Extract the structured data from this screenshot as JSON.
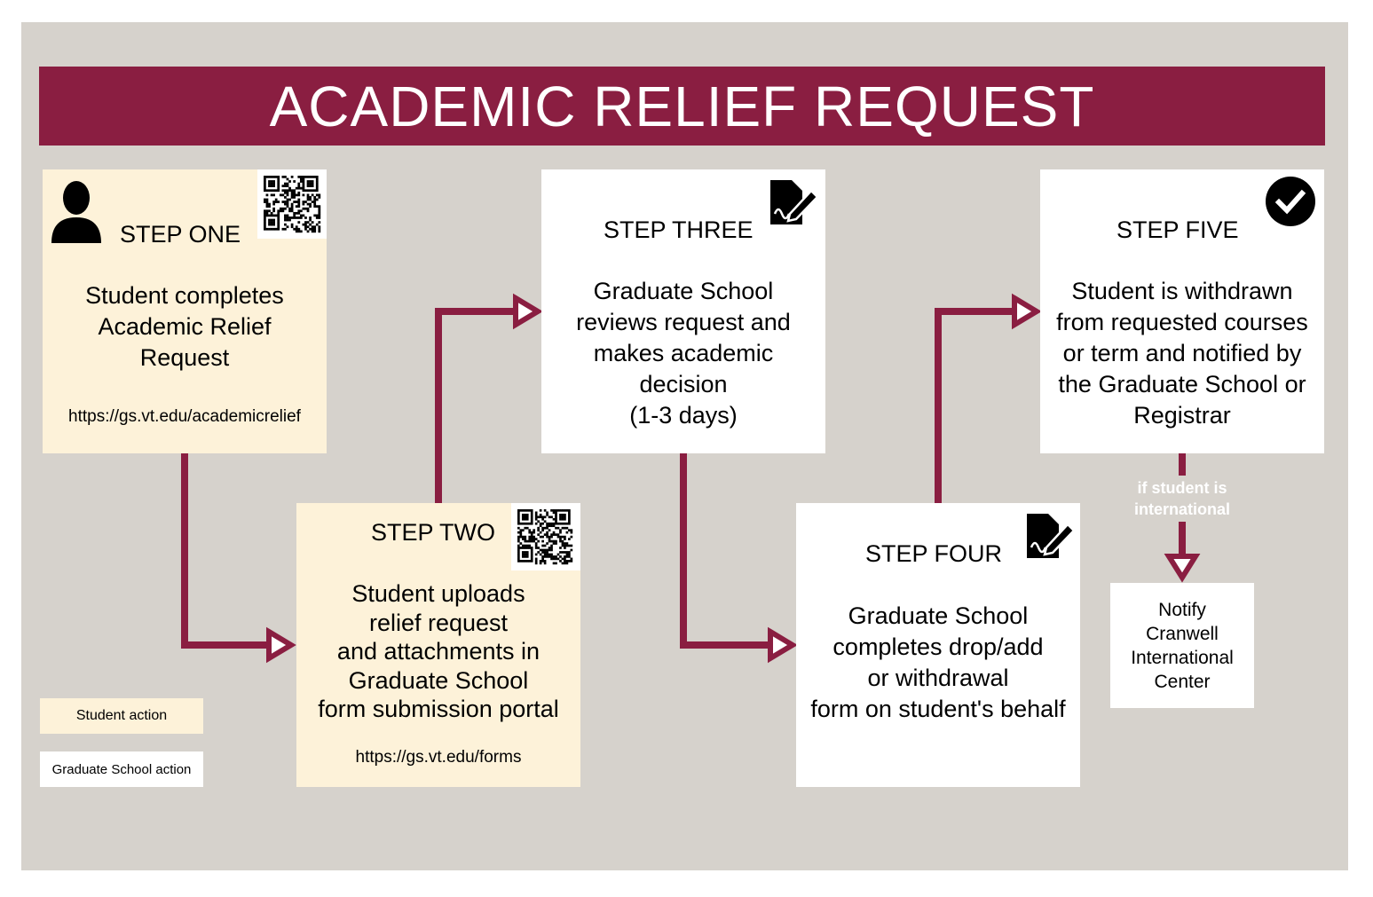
{
  "title": "ACADEMIC RELIEF REQUEST",
  "colors": {
    "maroon": "#8a1e41",
    "background": "#d6d2cc",
    "student_fill": "#fdf2d9",
    "grad_fill": "#ffffff"
  },
  "steps": [
    {
      "title": "STEP ONE",
      "body": "Student completes\nAcademic Relief\nRequest",
      "url": "https://gs.vt.edu/academicrelief",
      "actor": "student",
      "icon": "person-icon",
      "has_qr": true
    },
    {
      "title": "STEP TWO",
      "body": "Student uploads\nrelief request\nand attachments in\nGraduate School\nform submission portal",
      "url": "https://gs.vt.edu/forms",
      "actor": "student",
      "has_qr": true
    },
    {
      "title": "STEP THREE",
      "body": "Graduate School\nreviews request and\nmakes academic\ndecision\n(1-3 days)",
      "actor": "graduate-school",
      "icon": "document-sign-icon"
    },
    {
      "title": "STEP FOUR",
      "body": "Graduate School\ncompletes drop/add\nor withdrawal\nform on student's behalf",
      "actor": "graduate-school",
      "icon": "document-sign-icon"
    },
    {
      "title": "STEP FIVE",
      "body": "Student is withdrawn\nfrom requested courses\nor term and notified by\nthe Graduate School or\nRegistrar",
      "actor": "graduate-school",
      "icon": "check-circle-icon"
    }
  ],
  "branch": {
    "condition": "if student is\ninternational",
    "action": "Notify\nCranwell\nInternational\nCenter"
  },
  "legend": {
    "student": "Student action",
    "graduate": "Graduate School action"
  }
}
